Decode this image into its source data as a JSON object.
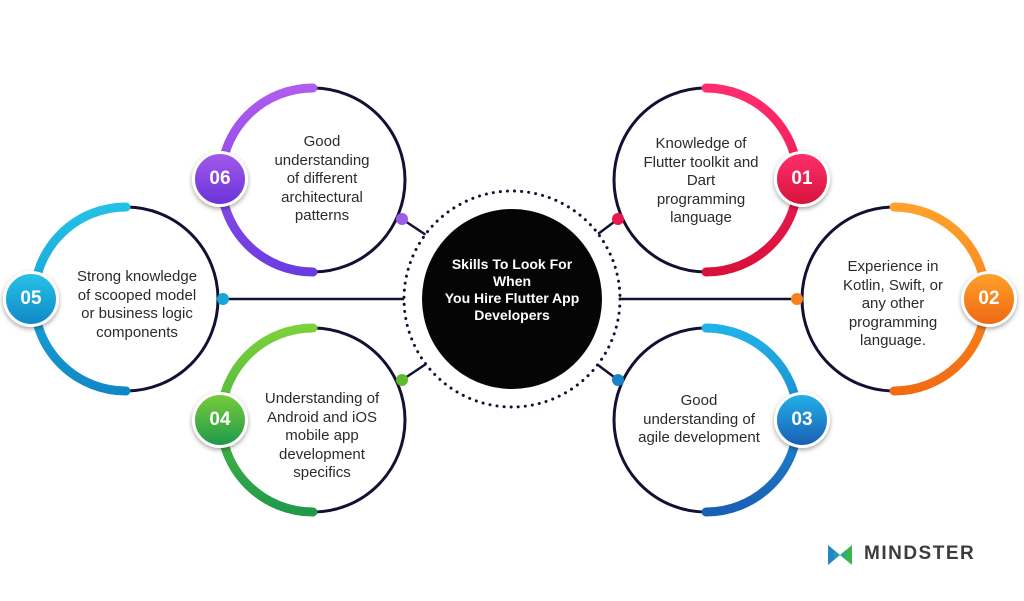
{
  "center": {
    "title_lines": [
      "Skills To Look For",
      "When",
      "You Hire Flutter App",
      "Developers"
    ]
  },
  "skills": [
    {
      "number": "01",
      "lines": [
        "Knowledge of",
        "Flutter toolkit and",
        "Dart",
        "programming",
        "language"
      ],
      "color": "#e8174f"
    },
    {
      "number": "02",
      "lines": [
        "Experience in",
        "Kotlin, Swift, or",
        "any other",
        "programming",
        "language."
      ],
      "color": "#f5821f"
    },
    {
      "number": "03",
      "lines": [
        "Good",
        "understanding of",
        "agile development"
      ],
      "color": "#1a82c4"
    },
    {
      "number": "04",
      "lines": [
        "Understanding of",
        "Android and iOS",
        "mobile app",
        "development",
        "specifics"
      ],
      "color": "#3aaa35"
    },
    {
      "number": "05",
      "lines": [
        "Strong knowledge",
        "of scooped model",
        "or business logic",
        "components"
      ],
      "color": "#18a6d6"
    },
    {
      "number": "06",
      "lines": [
        "Good",
        "understanding",
        "of different",
        "architectural",
        "patterns"
      ],
      "color": "#8e44e8"
    }
  ],
  "brand": {
    "name": "MINDSTER"
  },
  "colors": {
    "ring_dark": "#111133",
    "center_fill": "#050505"
  }
}
